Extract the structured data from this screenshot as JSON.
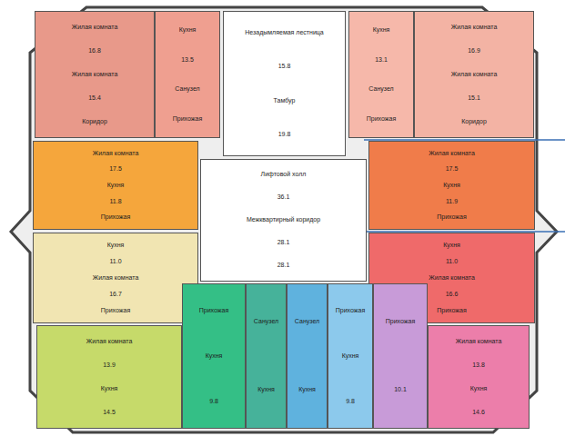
{
  "diagram": {
    "nodes": [
      {
        "text": [
          "Жилая комната",
          "16.8",
          "Жилая комната",
          "15.4",
          "Коридор"
        ]
      },
      {
        "text": [
          "Кухня",
          "13.5",
          "Санузел",
          "Прихожая"
        ]
      },
      {
        "text": [
          "Незадымляемая лестница",
          "15.8",
          "Тамбур",
          "19.8"
        ]
      },
      {
        "text": [
          "Кухня",
          "13.1",
          "Санузел",
          "Прихожая"
        ]
      },
      {
        "text": [
          "Жилая комната",
          "16.9",
          "Жилая комната",
          "15.1",
          "Коридор"
        ]
      },
      {
        "text": [
          "Жилая комната",
          "17.5",
          "Кухня",
          "11.8",
          "Прихожая"
        ]
      },
      {
        "text": [
          "Лифтовой холл",
          "36.1",
          "Межквартирный коридор",
          "28.1",
          "28.1"
        ]
      },
      {
        "text": [
          "Жилая комната",
          "17.5",
          "Кухня",
          "11.9",
          "Прихожая"
        ]
      },
      {
        "text": [
          "Кухня",
          "11.0",
          "Жилая комната",
          "16.7",
          "Прихожая"
        ]
      },
      {
        "text": [
          "Кухня",
          "11.0",
          "Жилая комната",
          "16.6",
          "Прихожая"
        ]
      },
      {
        "text": [
          "Жилая комната",
          "13.9",
          "Кухня",
          "14.5"
        ]
      },
      {
        "text": [
          "Прихожая",
          "Кухня",
          "9.8"
        ]
      },
      {
        "text": [
          "Санузел",
          "Кухня"
        ]
      },
      {
        "text": [
          "Санузел",
          "Кухня"
        ]
      },
      {
        "text": [
          "Прихожая",
          "Кухня",
          "9.8"
        ]
      },
      {
        "text": [
          "Прихожая",
          "10.1"
        ]
      },
      {
        "text": [
          "Жилая комната",
          "13.8",
          "Кухня",
          "14.6"
        ]
      }
    ]
  }
}
